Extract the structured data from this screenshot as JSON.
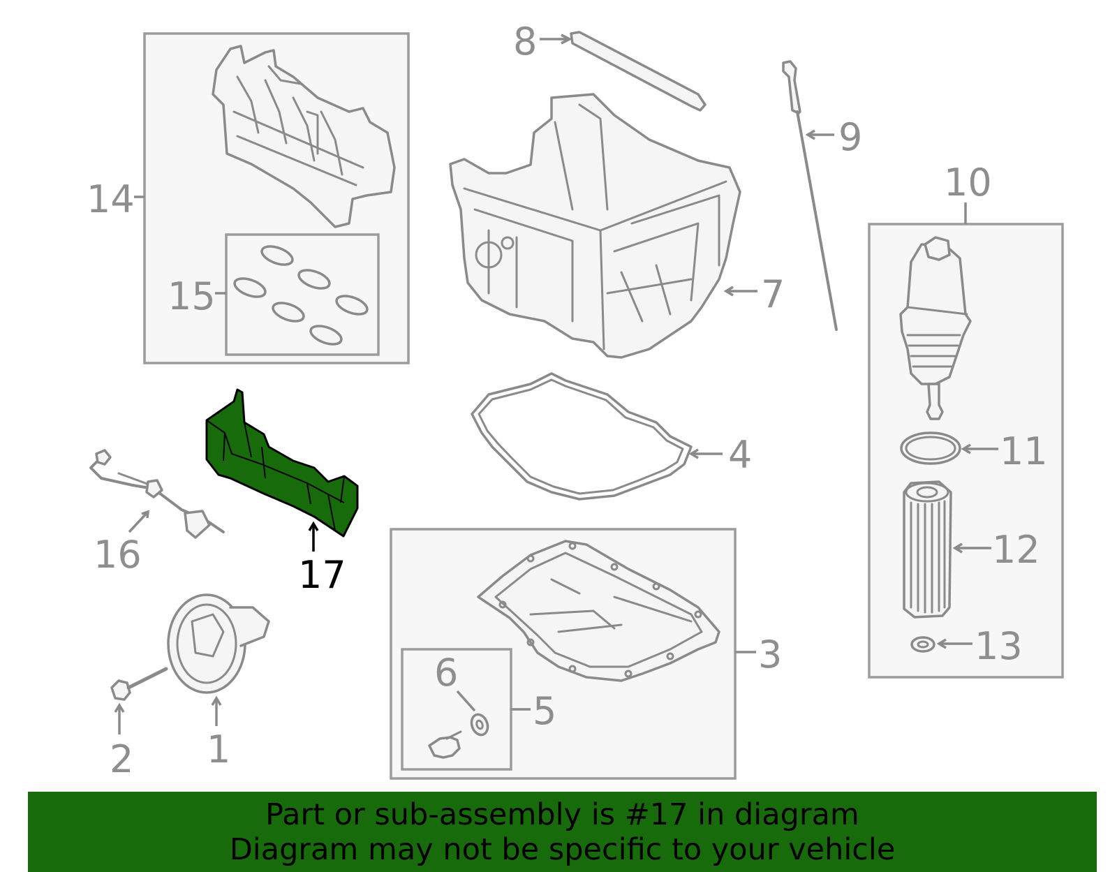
{
  "colors": {
    "highlight": "#176b0a",
    "part_stroke": "#8a8a8a",
    "label_gray": "#8e8e8e",
    "label_highlight": "#000000"
  },
  "callouts": {
    "c1": "1",
    "c2": "2",
    "c3": "3",
    "c4": "4",
    "c5": "5",
    "c6": "6",
    "c7": "7",
    "c8": "8",
    "c9": "9",
    "c10": "10",
    "c11": "11",
    "c12": "12",
    "c13": "13",
    "c14": "14",
    "c15": "15",
    "c16": "16",
    "c17": "17"
  },
  "banner": {
    "line1": "Part or sub-assembly is #17 in diagram",
    "line2": "Diagram may not be specific to your vehicle"
  }
}
